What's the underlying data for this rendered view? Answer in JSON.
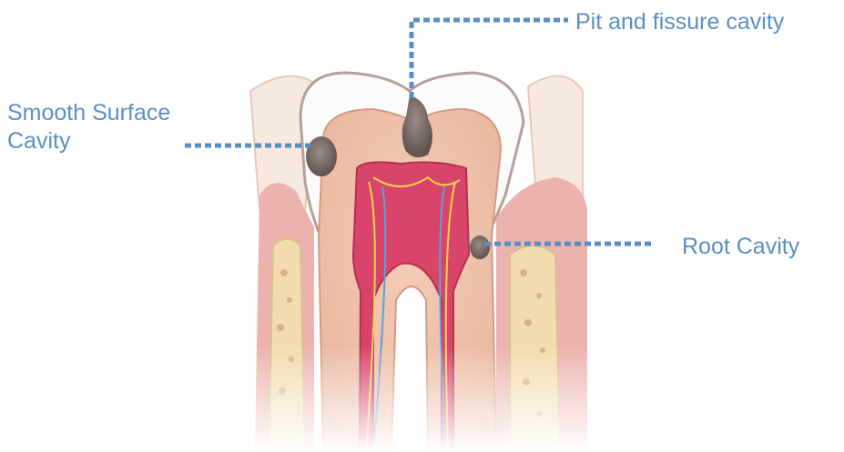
{
  "labels": {
    "pit_and_fissure": "Pit and fissure cavity",
    "smooth_surface_line1": "Smooth Surface",
    "smooth_surface_line2": "Cavity",
    "root": "Root Cavity"
  },
  "colors": {
    "label_text": "#5b8fc4",
    "leader_line": "#5b8fc4",
    "enamel": "#fbfbfb",
    "dentin": "#efc0a8",
    "pulp": "#d9456a",
    "gum": "#ecb3ae",
    "bone": "#f2dcae",
    "decay": "#7c6e68"
  }
}
